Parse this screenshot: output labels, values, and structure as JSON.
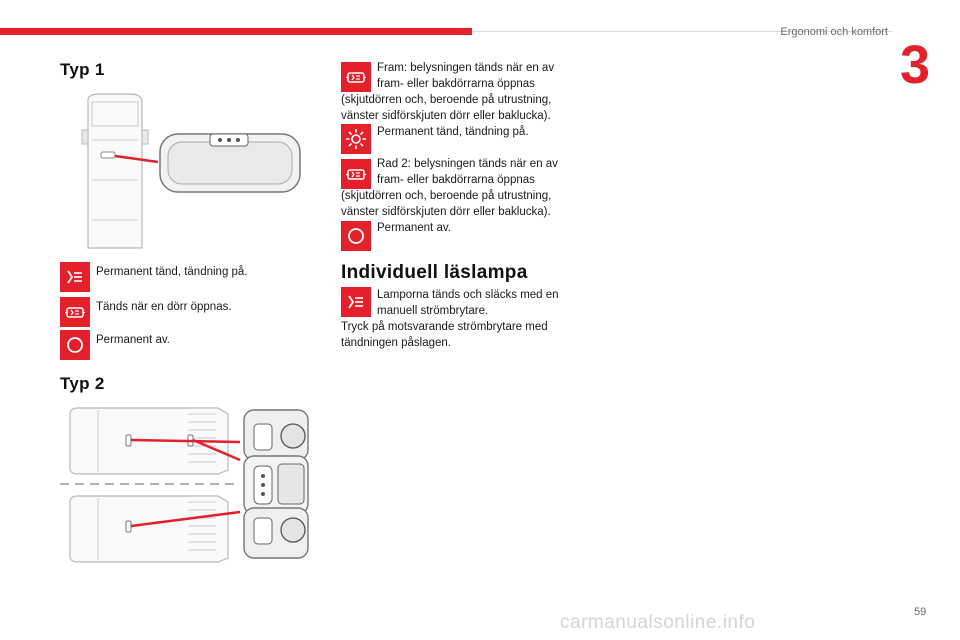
{
  "header": {
    "chapter_title": "Ergonomi och komfort",
    "chapter_number": "3",
    "accent_color": "#e4202a"
  },
  "left": {
    "typ1": {
      "title": "Typ 1",
      "entries": [
        {
          "icon": "lamp-on-icon",
          "text": "Permanent tänd, tändning på."
        },
        {
          "icon": "door-lamp-icon",
          "text": "Tänds när en dörr öppnas."
        },
        {
          "icon": "off-circle-icon",
          "text": "Permanent av."
        }
      ]
    },
    "typ2": {
      "title": "Typ 2"
    }
  },
  "right": {
    "entries": [
      {
        "icon": "door-lamp-icon",
        "line1": "Fram: belysningen tänds när en av",
        "line2": "fram- eller bakdörrarna öppnas",
        "rest": [
          "(skjutdörren och, beroende på utrustning,",
          "vänster sidförskjuten dörr eller baklucka)."
        ]
      },
      {
        "icon": "sun-icon",
        "line1": "Permanent tänd, tändning på.",
        "line2": "",
        "rest": []
      },
      {
        "icon": "door-lamp-icon",
        "line1": "Rad 2: belysningen tänds när en av",
        "line2": "fram- eller bakdörrarna öppnas",
        "rest": [
          "(skjutdörren och, beroende på utrustning,",
          "vänster sidförskjuten dörr eller baklucka)."
        ]
      },
      {
        "icon": "off-circle-icon",
        "line1": "Permanent av.",
        "line2": "",
        "rest": []
      }
    ],
    "reading_lamp": {
      "title": "Individuell läslampa",
      "icon": "lamp-on-icon",
      "line1": "Lamporna tänds och släcks med en",
      "line2": "manuell strömbrytare.",
      "rest": [
        "Tryck på motsvarande strömbrytare med",
        "tändningen påslagen."
      ]
    }
  },
  "footer": {
    "page_number": "59",
    "watermark": "carmanualsonline.info"
  }
}
